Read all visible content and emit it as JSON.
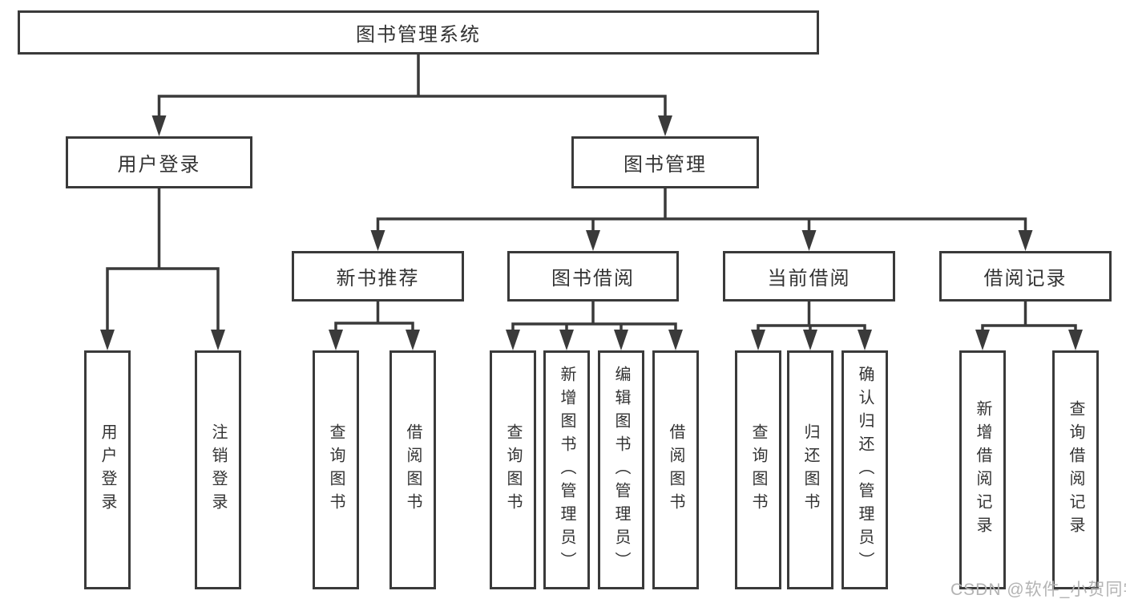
{
  "diagram": {
    "root": "图书管理系统",
    "user_login": {
      "label": "用户登录",
      "children": [
        "用户登录",
        "注销登录"
      ]
    },
    "book_mgmt": {
      "label": "图书管理",
      "sections": [
        {
          "label": "新书推荐",
          "children": [
            "查询图书",
            "借阅图书"
          ]
        },
        {
          "label": "图书借阅",
          "children": [
            "查询图书",
            "新增图书（管理员）",
            "编辑图书（管理员）",
            "借阅图书"
          ]
        },
        {
          "label": "当前借阅",
          "children": [
            "查询图书",
            "归还图书",
            "确认归还（管理员）"
          ]
        },
        {
          "label": "借阅记录",
          "children": [
            "新增借阅记录",
            "查询借阅记录"
          ]
        }
      ]
    }
  },
  "watermark": "CSDN @软件_小贺同学",
  "colors": {
    "line": "#3a3a3a",
    "text": "#333333",
    "watermark": "#b3b3b3",
    "background": "#ffffff"
  }
}
